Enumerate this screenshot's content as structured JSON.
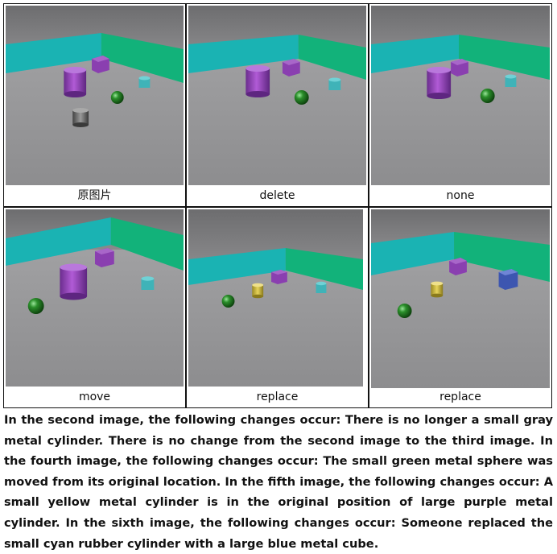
{
  "panels": [
    {
      "caption": "原图片"
    },
    {
      "caption": "delete"
    },
    {
      "caption": "none"
    },
    {
      "caption": "move"
    },
    {
      "caption": "replace"
    },
    {
      "caption": "replace"
    }
  ],
  "description": "In the second image, the following changes occur: There is no longer a small gray metal cylinder. There is no change from the second image to the third image. In the fourth image, the following changes occur: The small green metal sphere was moved from its original location. In the fifth image, the following changes occur: A small yellow metal cylinder is in the original position of large purple metal cylinder. In the sixth image, the following changes occur: Someone replaced the small cyan rubber cylinder with a large blue metal cube.",
  "colors": {
    "wall_cyan": "#1ab3b3",
    "wall_green": "#12b27a",
    "purple": "#8a3fb0",
    "green_sphere": "#1f7a1f",
    "cyan_cyl": "#3fb3b8",
    "gray_cyl": "#6a6a6a",
    "yellow_cyl": "#c9b43a",
    "blue_cube": "#3d56b0"
  }
}
